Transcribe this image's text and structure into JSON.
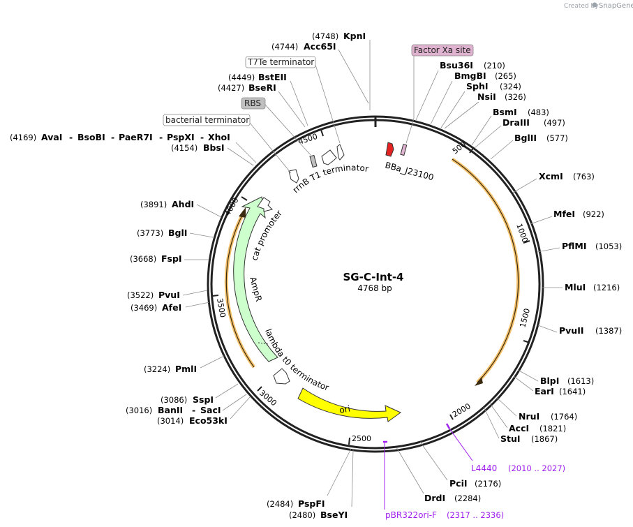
{
  "credit": {
    "prefix": "Created by",
    "brand": "SnapGene"
  },
  "plasmid": {
    "name": "SG-C-Int-4",
    "length_label": "4768 bp"
  },
  "ticks": [
    "500",
    "1000",
    "1500",
    "2000",
    "2500",
    "3000",
    "3500",
    "4000",
    "4500"
  ],
  "colors": {
    "ori": "#ffff00",
    "resistance": "#ccffcc",
    "promoter_fill": "#ffffff",
    "rbs": "#c0c0c0",
    "arrow_orange": "#f5c26b",
    "primer": "#a020f0",
    "red_feature": "#e52222",
    "pink": "#dfb3cf"
  },
  "sites": {
    "kpnI": {
      "name": "KpnI",
      "pos": "(4748)"
    },
    "acc65I": {
      "name": "Acc65I",
      "pos": "(4744)"
    },
    "bsteII": {
      "name": "BstEII",
      "pos": "(4449)"
    },
    "beseRI": {
      "name": "BseRI",
      "pos": "(4427)"
    },
    "xhoGroup": {
      "names": [
        "AvaI",
        "BsoBI",
        "PaeR7I",
        "PspXI",
        "XhoI"
      ],
      "sep": "-",
      "pos": "(4169)"
    },
    "bbsI": {
      "name": "BbsI",
      "pos": "(4154)"
    },
    "ahdI": {
      "name": "AhdI",
      "pos": "(3891)"
    },
    "bglI": {
      "name": "BglI",
      "pos": "(3773)"
    },
    "fspI": {
      "name": "FspI",
      "pos": "(3668)"
    },
    "pvuI": {
      "name": "PvuI",
      "pos": "(3522)"
    },
    "afeI": {
      "name": "AfeI",
      "pos": "(3469)"
    },
    "pmlI": {
      "name": "PmlI",
      "pos": "(3224)"
    },
    "sspI": {
      "name": "SspI",
      "pos": "(3086)"
    },
    "banII": {
      "name": "BanII",
      "pos": "(3016)"
    },
    "sacI": {
      "name": "SacI",
      "sep": "-"
    },
    "eco53kI": {
      "name": "Eco53kI",
      "pos": "(3014)"
    },
    "pspFI": {
      "name": "PspFI",
      "pos": "(2484)"
    },
    "bseYI": {
      "name": "BseYI",
      "pos": "(2480)"
    },
    "drdI": {
      "name": "DrdI",
      "pos": "(2284)"
    },
    "pciI": {
      "name": "PciI",
      "pos": "(2176)"
    },
    "stuI": {
      "name": "StuI",
      "pos": "(1867)"
    },
    "accI": {
      "name": "AccI",
      "pos": "(1821)"
    },
    "nruI": {
      "name": "NruI",
      "pos": "(1764)"
    },
    "earI": {
      "name": "EarI",
      "pos": "(1641)"
    },
    "blpI": {
      "name": "BlpI",
      "pos": "(1613)"
    },
    "pvuII": {
      "name": "PvuII",
      "pos": "(1387)"
    },
    "mluI": {
      "name": "MluI",
      "pos": "(1216)"
    },
    "pflMI": {
      "name": "PflMI",
      "pos": "(1053)"
    },
    "mfeI": {
      "name": "MfeI",
      "pos": "(922)"
    },
    "xcmI": {
      "name": "XcmI",
      "pos": "(763)"
    },
    "bglII": {
      "name": "BglII",
      "pos": "(577)"
    },
    "draIII": {
      "name": "DraIII",
      "pos": "(497)"
    },
    "bsmI": {
      "name": "BsmI",
      "pos": "(483)"
    },
    "nsiI": {
      "name": "NsiI",
      "pos": "(326)"
    },
    "sphI": {
      "name": "SphI",
      "pos": "(324)"
    },
    "bmgBI": {
      "name": "BmgBI",
      "pos": "(265)"
    },
    "bsu36I": {
      "name": "Bsu36I",
      "pos": "(210)"
    }
  },
  "callouts": {
    "factorXa": "Factor Xa site",
    "t7te": "T7Te terminator",
    "rbs": "RBS",
    "bacterial": "bacterial terminator"
  },
  "features": {
    "rrnb": "rrnB T1 terminator",
    "bba": "BBa_J23100",
    "cat": "cat promoter",
    "ampr": "AmpR",
    "lambda": "lambda t0 terminator",
    "ori": "ori"
  },
  "primers": {
    "l4440": {
      "name": "L4440",
      "range": "(2010 .. 2027)"
    },
    "pbr": {
      "name": "pBR322ori-F",
      "range": "(2317 .. 2336)"
    }
  }
}
